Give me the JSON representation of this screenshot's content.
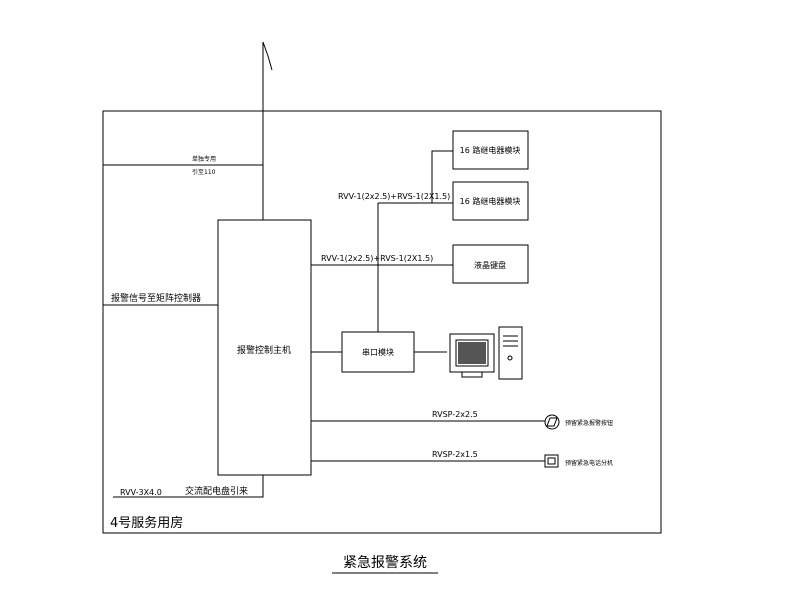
{
  "diagram": {
    "title": "紧急报警系统",
    "room_label": "4号服务用房",
    "boxes": {
      "main_host": "报警控制主机",
      "relay_module_1": "16 路继电器模块",
      "relay_module_2": "16 路继电器模块",
      "lcd_keyboard": "液晶键盘",
      "serial_module": "串口模块"
    },
    "cables": {
      "relay_cable": "RVV-1(2x2.5)+RVS-1(2X1.5)",
      "keyboard_cable": "RVV-1(2x2.5)+RVS-1(2X1.5)",
      "button_cable": "RVSP-2x2.5",
      "phone_cable": "RVSP-2x1.5",
      "power_cable": "RVV-3X4.0"
    },
    "labels": {
      "alarm_signal": "报警信号至矩阵控制器",
      "ac_power": "交流配电盘引来",
      "line_top_1": "单独专用",
      "line_top_2": "引至110",
      "alarm_button": "预留紧急报警按钮",
      "alarm_phone": "预留紧急电话分机"
    }
  }
}
